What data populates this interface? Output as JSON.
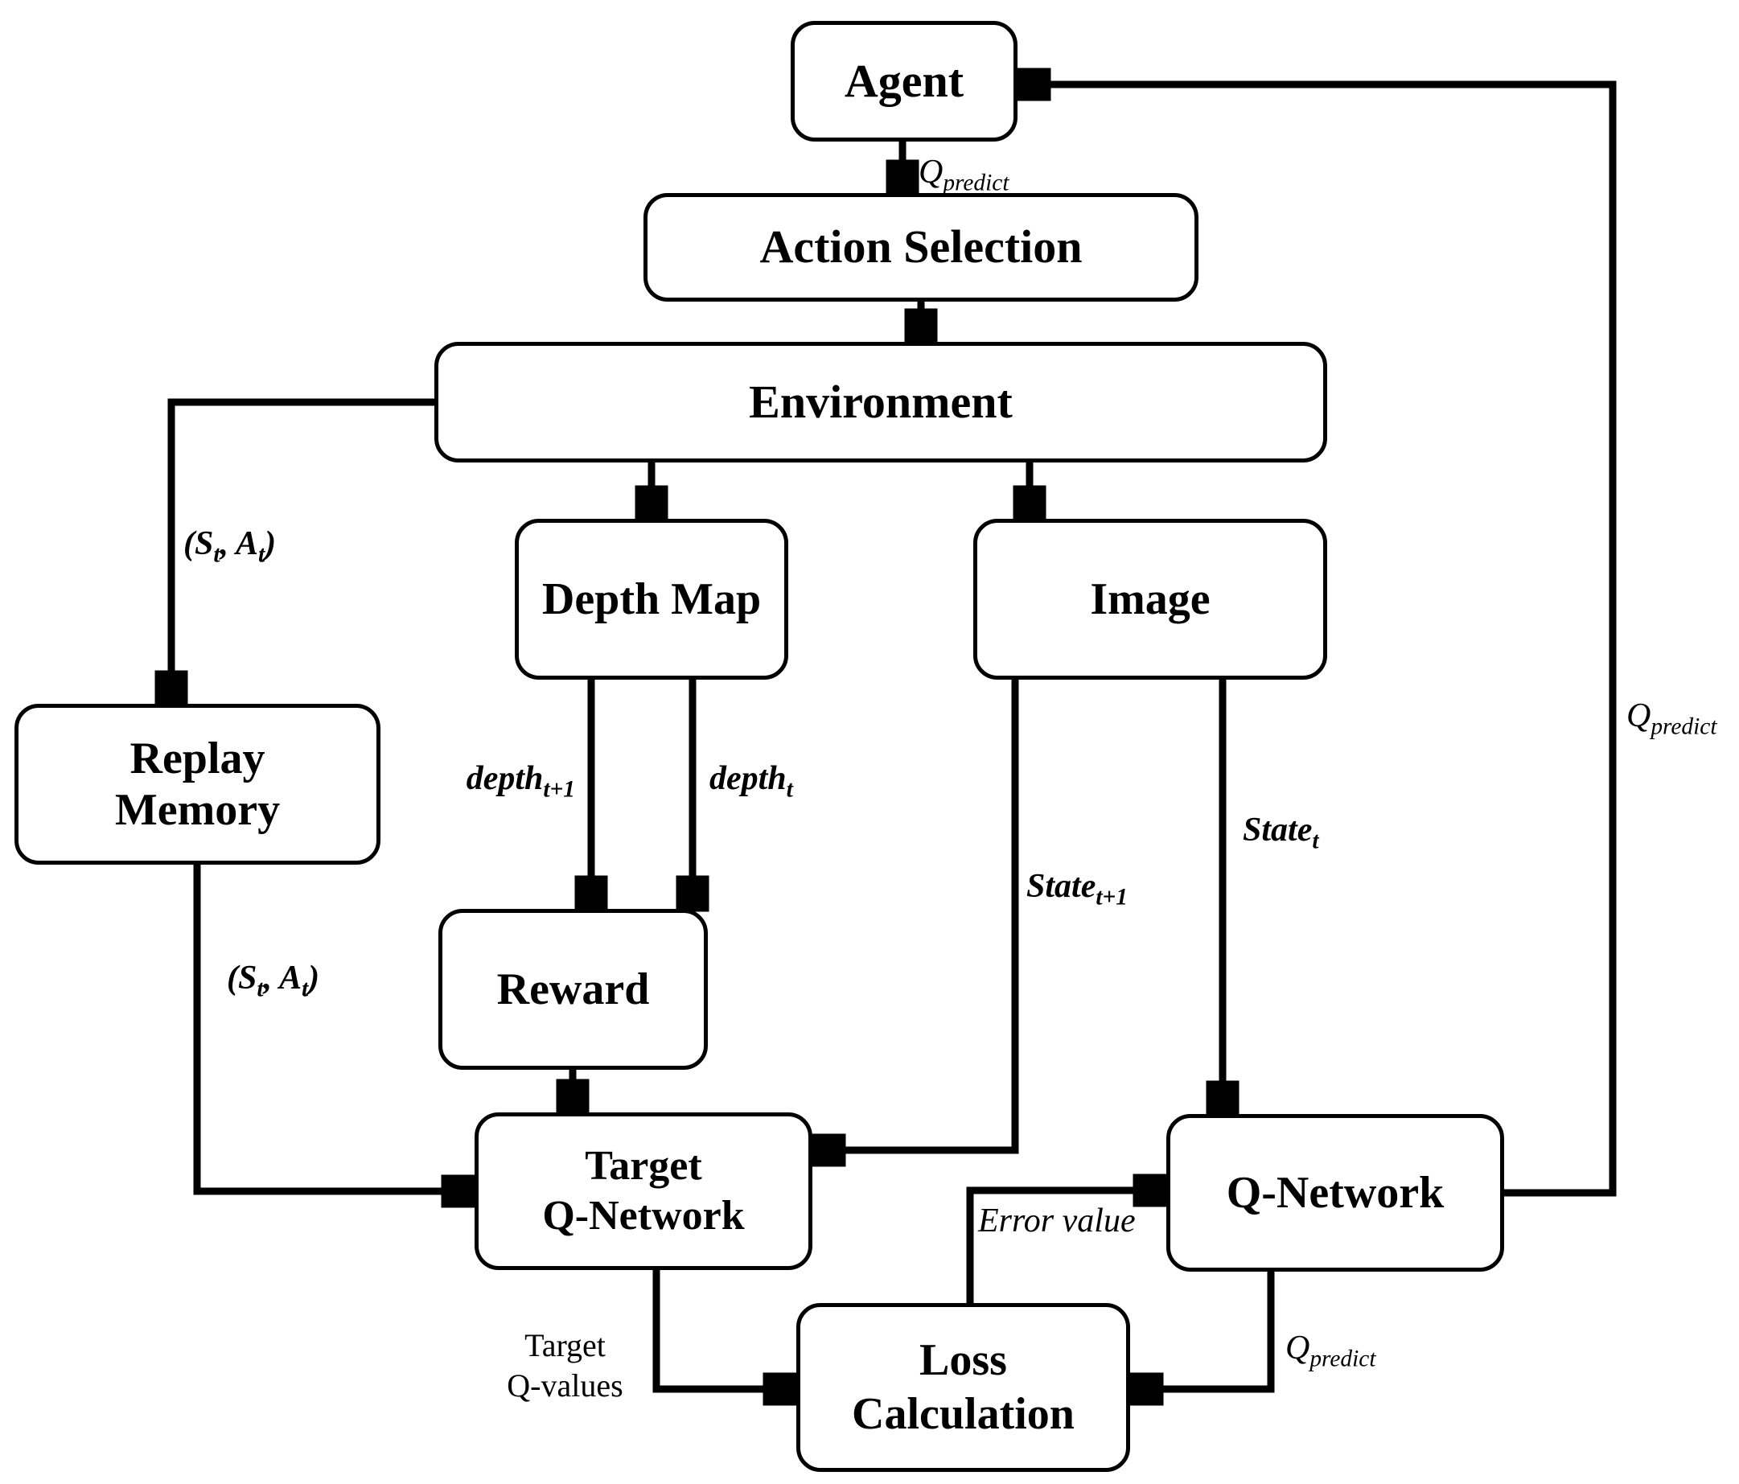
{
  "diagram": {
    "type": "flowchart",
    "topic": "Deep Q-Network reinforcement learning architecture",
    "colors": {
      "line": "#000000",
      "background": "#ffffff",
      "box_fill": "#ffffff",
      "text": "#000000"
    },
    "nodes": {
      "agent": {
        "label": "Agent"
      },
      "action_selection": {
        "label": "Action Selection"
      },
      "environment": {
        "label": "Environment"
      },
      "depth_map": {
        "label": "Depth Map"
      },
      "image": {
        "label": "Image"
      },
      "replay_memory": {
        "label": "Replay\nMemory"
      },
      "reward": {
        "label": "Reward"
      },
      "target_q_network": {
        "label": "Target\nQ-Network"
      },
      "q_network": {
        "label": "Q-Network"
      },
      "loss_calculation": {
        "label": "Loss\nCalculation"
      }
    },
    "edge_labels": {
      "q_predict": {
        "base": "Q",
        "sub": "predict"
      },
      "st_at": {
        "pre": "(S",
        "sub1": "t",
        "mid": ", A",
        "sub2": "t",
        "post": ")"
      },
      "depth_t1": {
        "base": "depth",
        "sub": "t+1"
      },
      "depth_t": {
        "base": "depth",
        "sub": "t"
      },
      "state_t1": {
        "base": "State",
        "sub": "t+1"
      },
      "state_t": {
        "base": "State",
        "sub": "t"
      },
      "error_value": "Error value",
      "target_q_values": "Target\nQ-values"
    },
    "edges": [
      {
        "from": "agent",
        "to": "action_selection",
        "label": "q_predict"
      },
      {
        "from": "action_selection",
        "to": "environment",
        "label": ""
      },
      {
        "from": "environment",
        "to": "depth_map",
        "label": ""
      },
      {
        "from": "environment",
        "to": "image",
        "label": ""
      },
      {
        "from": "environment",
        "to": "replay_memory",
        "label": "st_at"
      },
      {
        "from": "depth_map",
        "to": "reward",
        "label": "depth_t1"
      },
      {
        "from": "depth_map",
        "to": "reward",
        "label": "depth_t"
      },
      {
        "from": "reward",
        "to": "target_q_network",
        "label": ""
      },
      {
        "from": "replay_memory",
        "to": "target_q_network",
        "label": "st_at"
      },
      {
        "from": "image",
        "to": "target_q_network",
        "label": "state_t1"
      },
      {
        "from": "image",
        "to": "q_network",
        "label": "state_t"
      },
      {
        "from": "target_q_network",
        "to": "loss_calculation",
        "label": "target_q_values"
      },
      {
        "from": "q_network",
        "to": "loss_calculation",
        "label": "q_predict"
      },
      {
        "from": "loss_calculation",
        "to": "q_network",
        "label": "error_value"
      },
      {
        "from": "q_network",
        "to": "agent",
        "label": "q_predict"
      }
    ]
  }
}
